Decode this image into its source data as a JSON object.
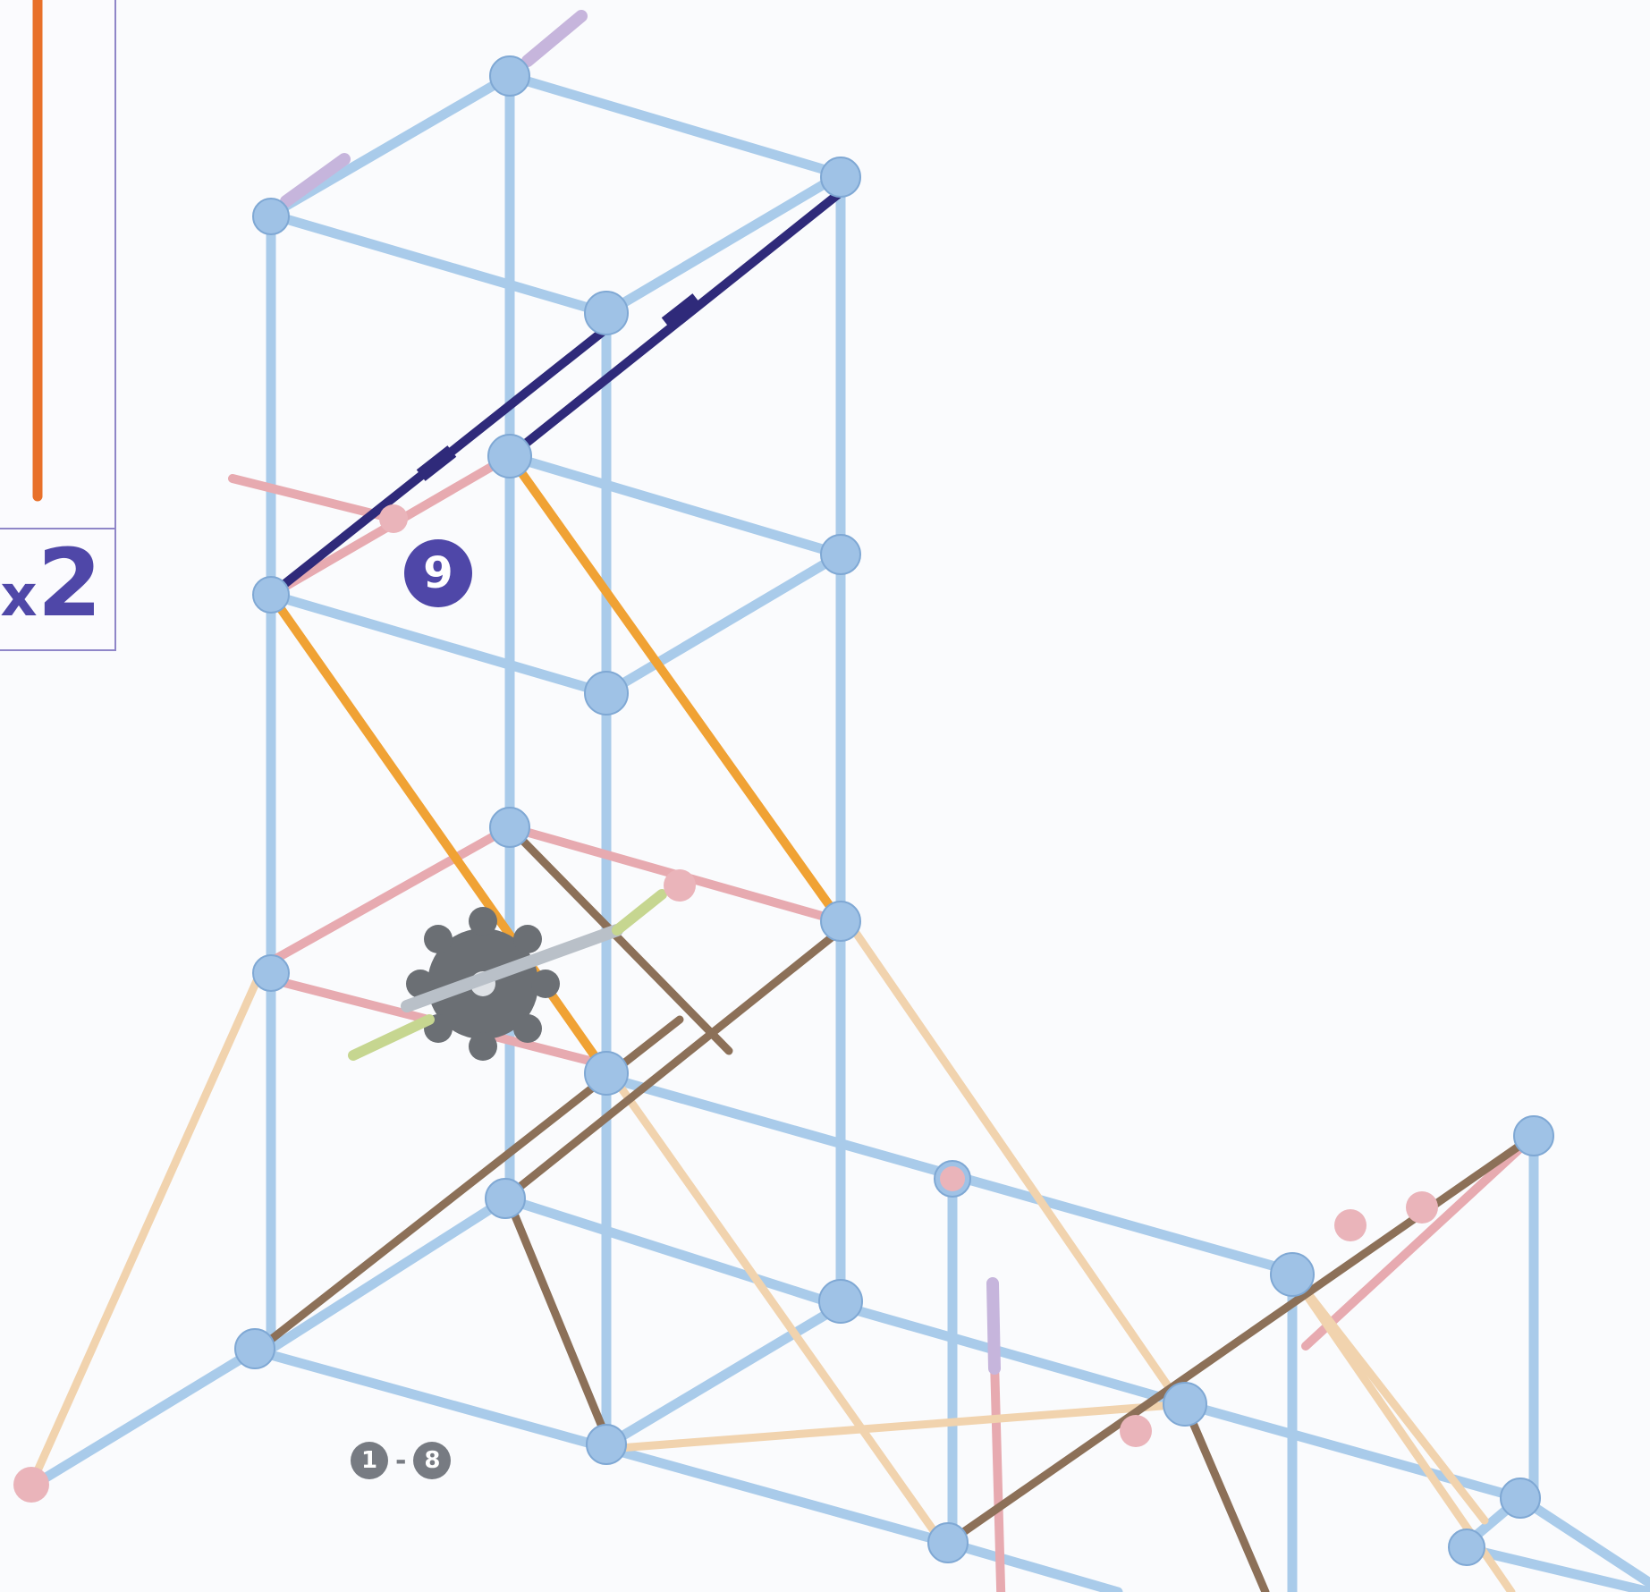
{
  "parts_callout": {
    "multiplier": "x",
    "quantity": "2",
    "part_color": "#e8702a"
  },
  "step": {
    "current": "9",
    "previous_from": "1",
    "range_separator": "-",
    "previous_to": "8"
  },
  "colors": {
    "frame_rod": "#a9cbea",
    "connector": "#9fc2e6",
    "new_rod": "#2f2a7a",
    "orange_rod": "#f0a234",
    "tan_rod": "#f1d3ae",
    "brown_rod": "#8c7058",
    "pink_rod": "#e7aab0",
    "accent": "#4f47a8"
  }
}
